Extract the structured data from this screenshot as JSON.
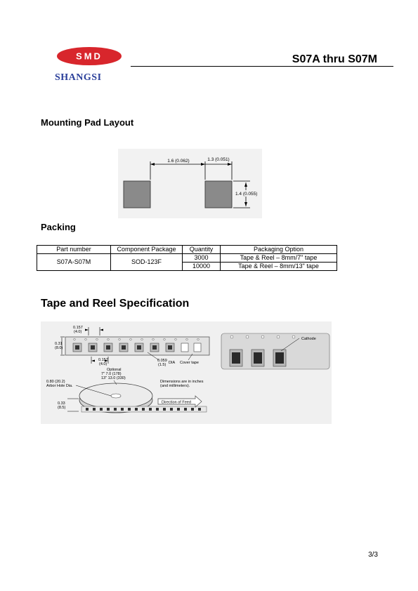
{
  "header": {
    "logo_text": "SMD",
    "company_name": "SHANGSI",
    "title": "S07A thru S07M",
    "brand_color": "#d8262c",
    "company_color": "#2a3f9a"
  },
  "mounting": {
    "heading": "Mounting Pad Layout",
    "dim_spacing": "1.6 (0.062)",
    "dim_width": "1.3 (0.051)",
    "dim_height": "1.4 (0.055)"
  },
  "packing": {
    "heading": "Packing",
    "columns": [
      "Part number",
      "Component Package",
      "Quantity",
      "Packaging Option"
    ],
    "part_number": "S07A-S07M",
    "package": "SOD-123F",
    "rows": [
      {
        "quantity": "3000",
        "option": "Tape & Reel – 8mm/7\" tape"
      },
      {
        "quantity": "10000",
        "option": "Tape & Reel – 8mm/13\" tape"
      }
    ]
  },
  "tape": {
    "heading": "Tape and Reel Specification",
    "pitch_top_in": "0.157",
    "pitch_top_mm": "(4.0)",
    "width_in": "0.31",
    "width_mm": "(8.0)",
    "pitch_bottom_in": "0.157",
    "pitch_bottom_mm": "(4.0)",
    "dia_in": "0.059",
    "dia_mm": "(1.5)",
    "dia_label": "DIA",
    "cover_tape": "Cover tape",
    "cathode": "Cathode",
    "optional": "Optional",
    "reel_7": "7\" 7.0 (178)",
    "reel_13": "13\" 13.0 (330)",
    "arbor_in": "0.80 (20.2)",
    "arbor_label": "Arbor Hole Dia.",
    "reel_width_in": "0.33",
    "reel_width_mm": "(8.5)",
    "dims_note_1": "Dimensions are in inches",
    "dims_note_2": "(and millimeters).",
    "direction": "Direction of Feed"
  },
  "footer": {
    "page": "3/3"
  }
}
